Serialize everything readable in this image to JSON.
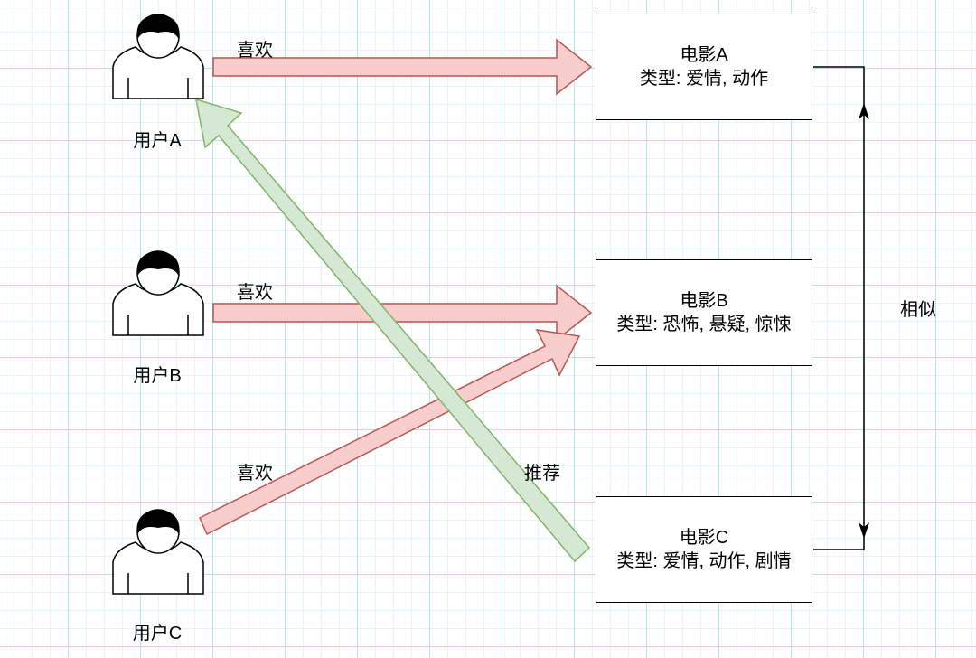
{
  "users": [
    {
      "label": "用户A",
      "icon": "person-icon"
    },
    {
      "label": "用户B",
      "icon": "person-icon"
    },
    {
      "label": "用户C",
      "icon": "person-icon"
    }
  ],
  "movies": [
    {
      "title": "电影A",
      "genre": "类型: 爱情, 动作"
    },
    {
      "title": "电影B",
      "genre": "类型: 恐怖, 悬疑, 惊悚"
    },
    {
      "title": "电影C",
      "genre": "类型: 爱情, 动作, 剧情"
    }
  ],
  "edges": {
    "like_a": "喜欢",
    "like_b": "喜欢",
    "like_c": "喜欢",
    "recommend": "推荐",
    "similar": "相似"
  },
  "colors": {
    "like_fill": "#f8cecc",
    "like_stroke": "#b85450",
    "recommend_fill": "#d5e8d4",
    "recommend_stroke": "#82b366",
    "line": "#000000"
  }
}
